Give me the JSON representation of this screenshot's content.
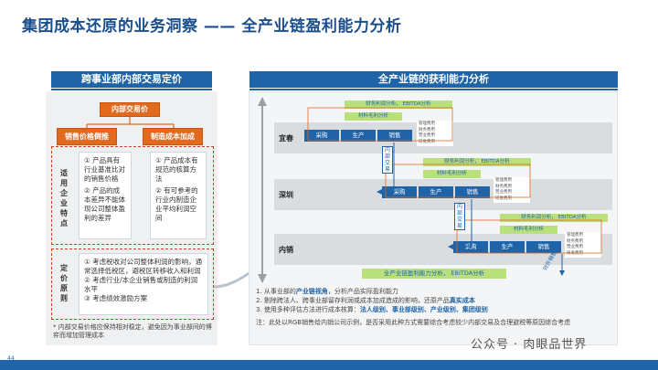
{
  "title": "集团成本还原的业务洞察 —— 全产业链盈利能力分析",
  "left": {
    "header": "跨事业部内部交易定价",
    "root": "内部交易价",
    "branch_a": "销售价格倒推",
    "branch_b": "制造成本加成",
    "applicable_label": "适用企业特点",
    "a_items": [
      "产品具有行业基准比对的销售价格",
      "产品的成本差异不能体现公司整体盈利的差异"
    ],
    "b_items": [
      "产品成本有规范的核算方法",
      "有可参考的行业内制造企业平均利润空间"
    ],
    "principle_label": "定价原则",
    "principles": [
      "考虑税收对公司整体利润的影响，通常选择低税区，避税区转移收入和利润",
      "考虑行业/本企业销售或制造的利润水平",
      "考虑绩效激励方案"
    ],
    "footnote": "* 内部交易价格应保持相对稳定，避免因为事业部间的博弈而增加管理成本"
  },
  "right": {
    "header": "全产业链的获利能力分析",
    "rows": [
      {
        "label": "宜春",
        "ebitda": "财务利润分析， EBITDA分析",
        "margin": "材料毛利分析",
        "steps": [
          "采购",
          "生产",
          "销售"
        ],
        "fees": [
          "管理费用",
          "财务费用",
          "营业费用",
          "研发费用"
        ]
      },
      {
        "label": "深圳",
        "ebitda": "财务利润分析， EBITDA分析",
        "margin": "材料毛利分析",
        "steps": [
          "采购",
          "生产",
          "销售"
        ],
        "fees": [
          "管理费用",
          "财务费用",
          "营业费用",
          "研发费用"
        ]
      },
      {
        "label": "内销",
        "ebitda": "财务利润分析， EBITDA分析",
        "margin": "材料毛利分析",
        "steps": [
          "采购",
          "生产",
          "销售"
        ],
        "fees": [
          "管理费用",
          "财务费用",
          "营业费用",
          "研发费用"
        ]
      }
    ],
    "transfer_label": "内部交易",
    "export_label": "对外销售",
    "bottom_green": "全产业链盈利能力分析， EBITDA分析",
    "notes": {
      "n1_pre": "1. 从事业部的",
      "n1_hl": "产业链视角",
      "n1_post": "，分析产品实际盈利能力",
      "n2_pre": "2. 剔除跨法人、跨事业部留存利润或成本加成造成的影响，还原产品",
      "n2_hl": "真实成本",
      "n3_pre": "3. 使用多种评估方法进行成本核算：",
      "n3_hl": "法人级别、事业部级别、产业级别、集团级别",
      "n4": "注：此处以RGB销售给内销公司示例，是否采用此种方式需要综合考虑较少内部交易及合理避税等原因综合考虑"
    }
  },
  "page_number": "44",
  "watermark": "公众号 · 肉眼品世界",
  "colors": {
    "primary": "#1f64a8",
    "accent": "#e26a1f",
    "dash": "#d43b2b",
    "band": "#dadde0",
    "green": "#b9e07a"
  }
}
